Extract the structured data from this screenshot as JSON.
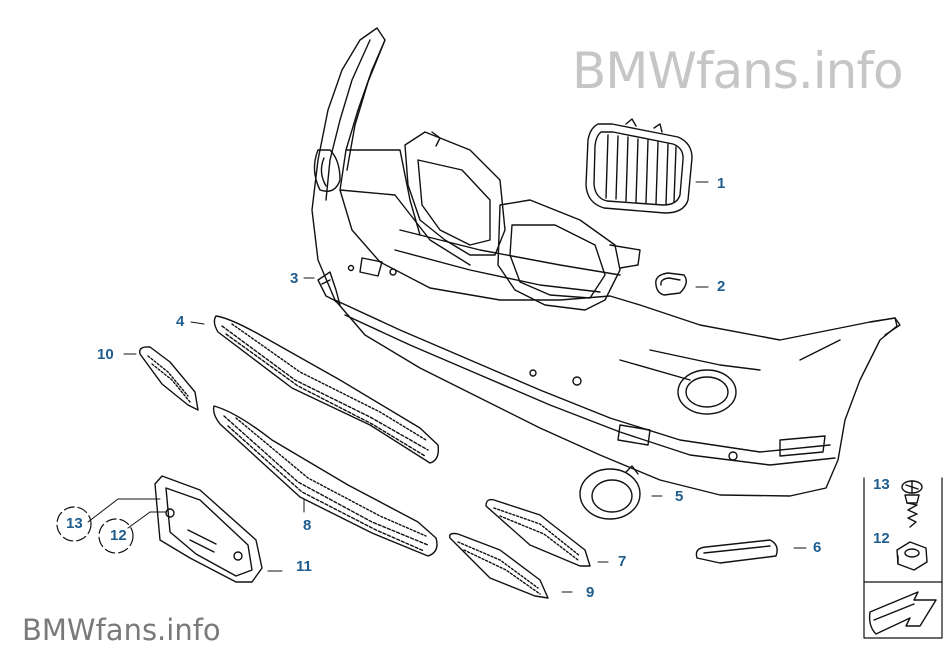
{
  "watermark": {
    "top": "BMWfans.info",
    "bottom": "BMWfans.info"
  },
  "colors": {
    "callout": "#1f5d8e",
    "line": "#111111",
    "watermark_top": "#c6c6c6",
    "watermark_bottom": "#7a7a7a"
  },
  "callouts": {
    "p1": "1",
    "p2": "2",
    "p3": "3",
    "p4": "4",
    "p5": "5",
    "p6": "6",
    "p7": "7",
    "p8": "8",
    "p9": "9",
    "p10": "10",
    "p11": "11",
    "p12a": "12",
    "p13a": "13",
    "p13b": "13",
    "p12b": "12"
  },
  "icons": {
    "hardware_screw": "screw-icon",
    "hardware_nut": "nut-icon",
    "navigation_arrow": "arrow-icon"
  }
}
